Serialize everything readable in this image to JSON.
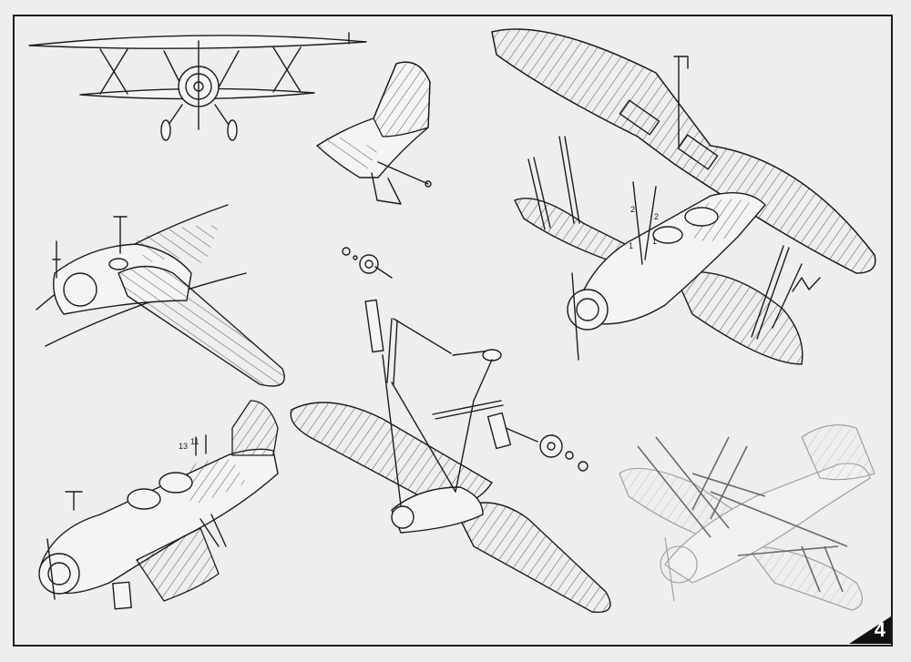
{
  "page": {
    "number": "4"
  },
  "callouts": {
    "strut_1": "1",
    "strut_2": "2",
    "strut_2b": "2",
    "strut_1b": "1",
    "cockpit_13": "13",
    "cockpit_11": "11"
  }
}
